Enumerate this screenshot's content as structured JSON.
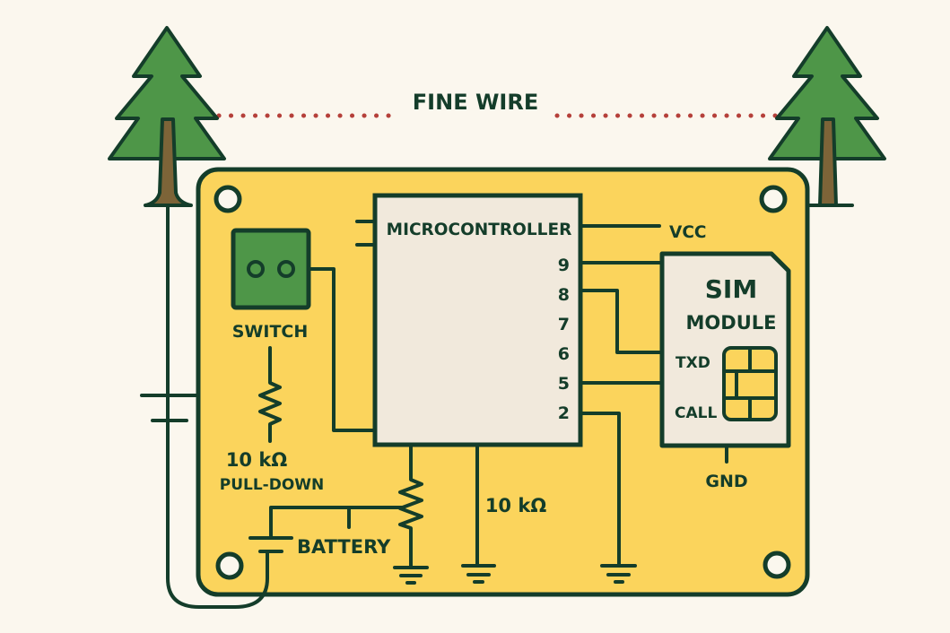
{
  "title": "FINE WIRE",
  "colors": {
    "background": "#fbf7ee",
    "board": "#fbd45c",
    "outline": "#143d2a",
    "tree": "#4e9648",
    "trunk": "#7d6438",
    "chip": "#f1e9dc",
    "fine_wire": "#b5403a",
    "switch": "#4e9648"
  },
  "microcontroller": {
    "label": "MICROCONTROLLER",
    "pins": [
      "9",
      "8",
      "7",
      "6",
      "5",
      "2"
    ]
  },
  "labels": {
    "vcc": "VCC",
    "switch": "SWITCH",
    "pulldown_value": "10 kΩ",
    "pulldown_label": "PULL-DOWN",
    "battery": "BATTERY",
    "resistor_value": "10 kΩ",
    "gnd": "GND"
  },
  "sim_module": {
    "title": "SIM",
    "subtitle": "MODULE",
    "pin_txd": "TXD",
    "pin_call": "CALL"
  }
}
